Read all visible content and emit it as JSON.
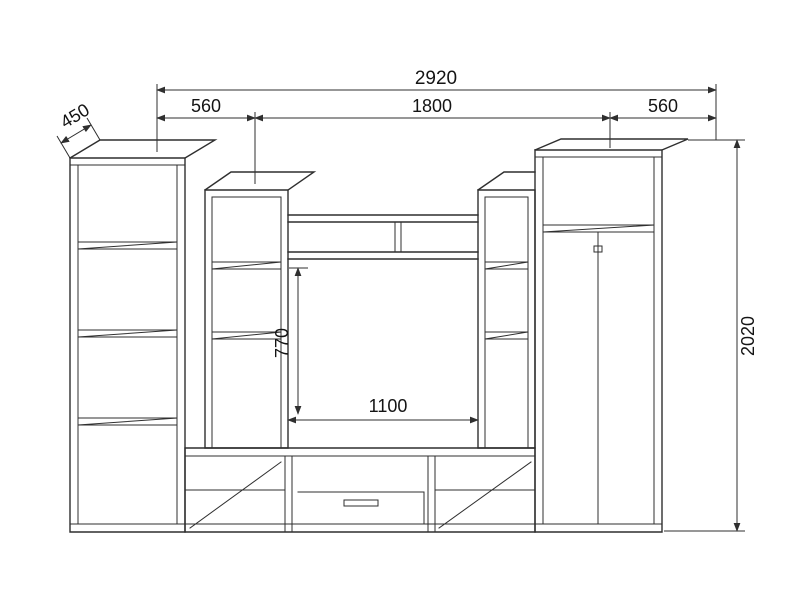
{
  "drawing": {
    "type": "furniture-wall-unit-dimension-drawing",
    "colors": {
      "background": "#ffffff",
      "line": "#2f2f2f",
      "text": "#141414"
    },
    "dimensions": {
      "total_width": "2920",
      "left_section_width": "560",
      "middle_section_width": "1800",
      "right_section_width": "560",
      "depth": "450",
      "total_height": "2020",
      "niche_height": "770",
      "niche_width": "1100"
    }
  }
}
